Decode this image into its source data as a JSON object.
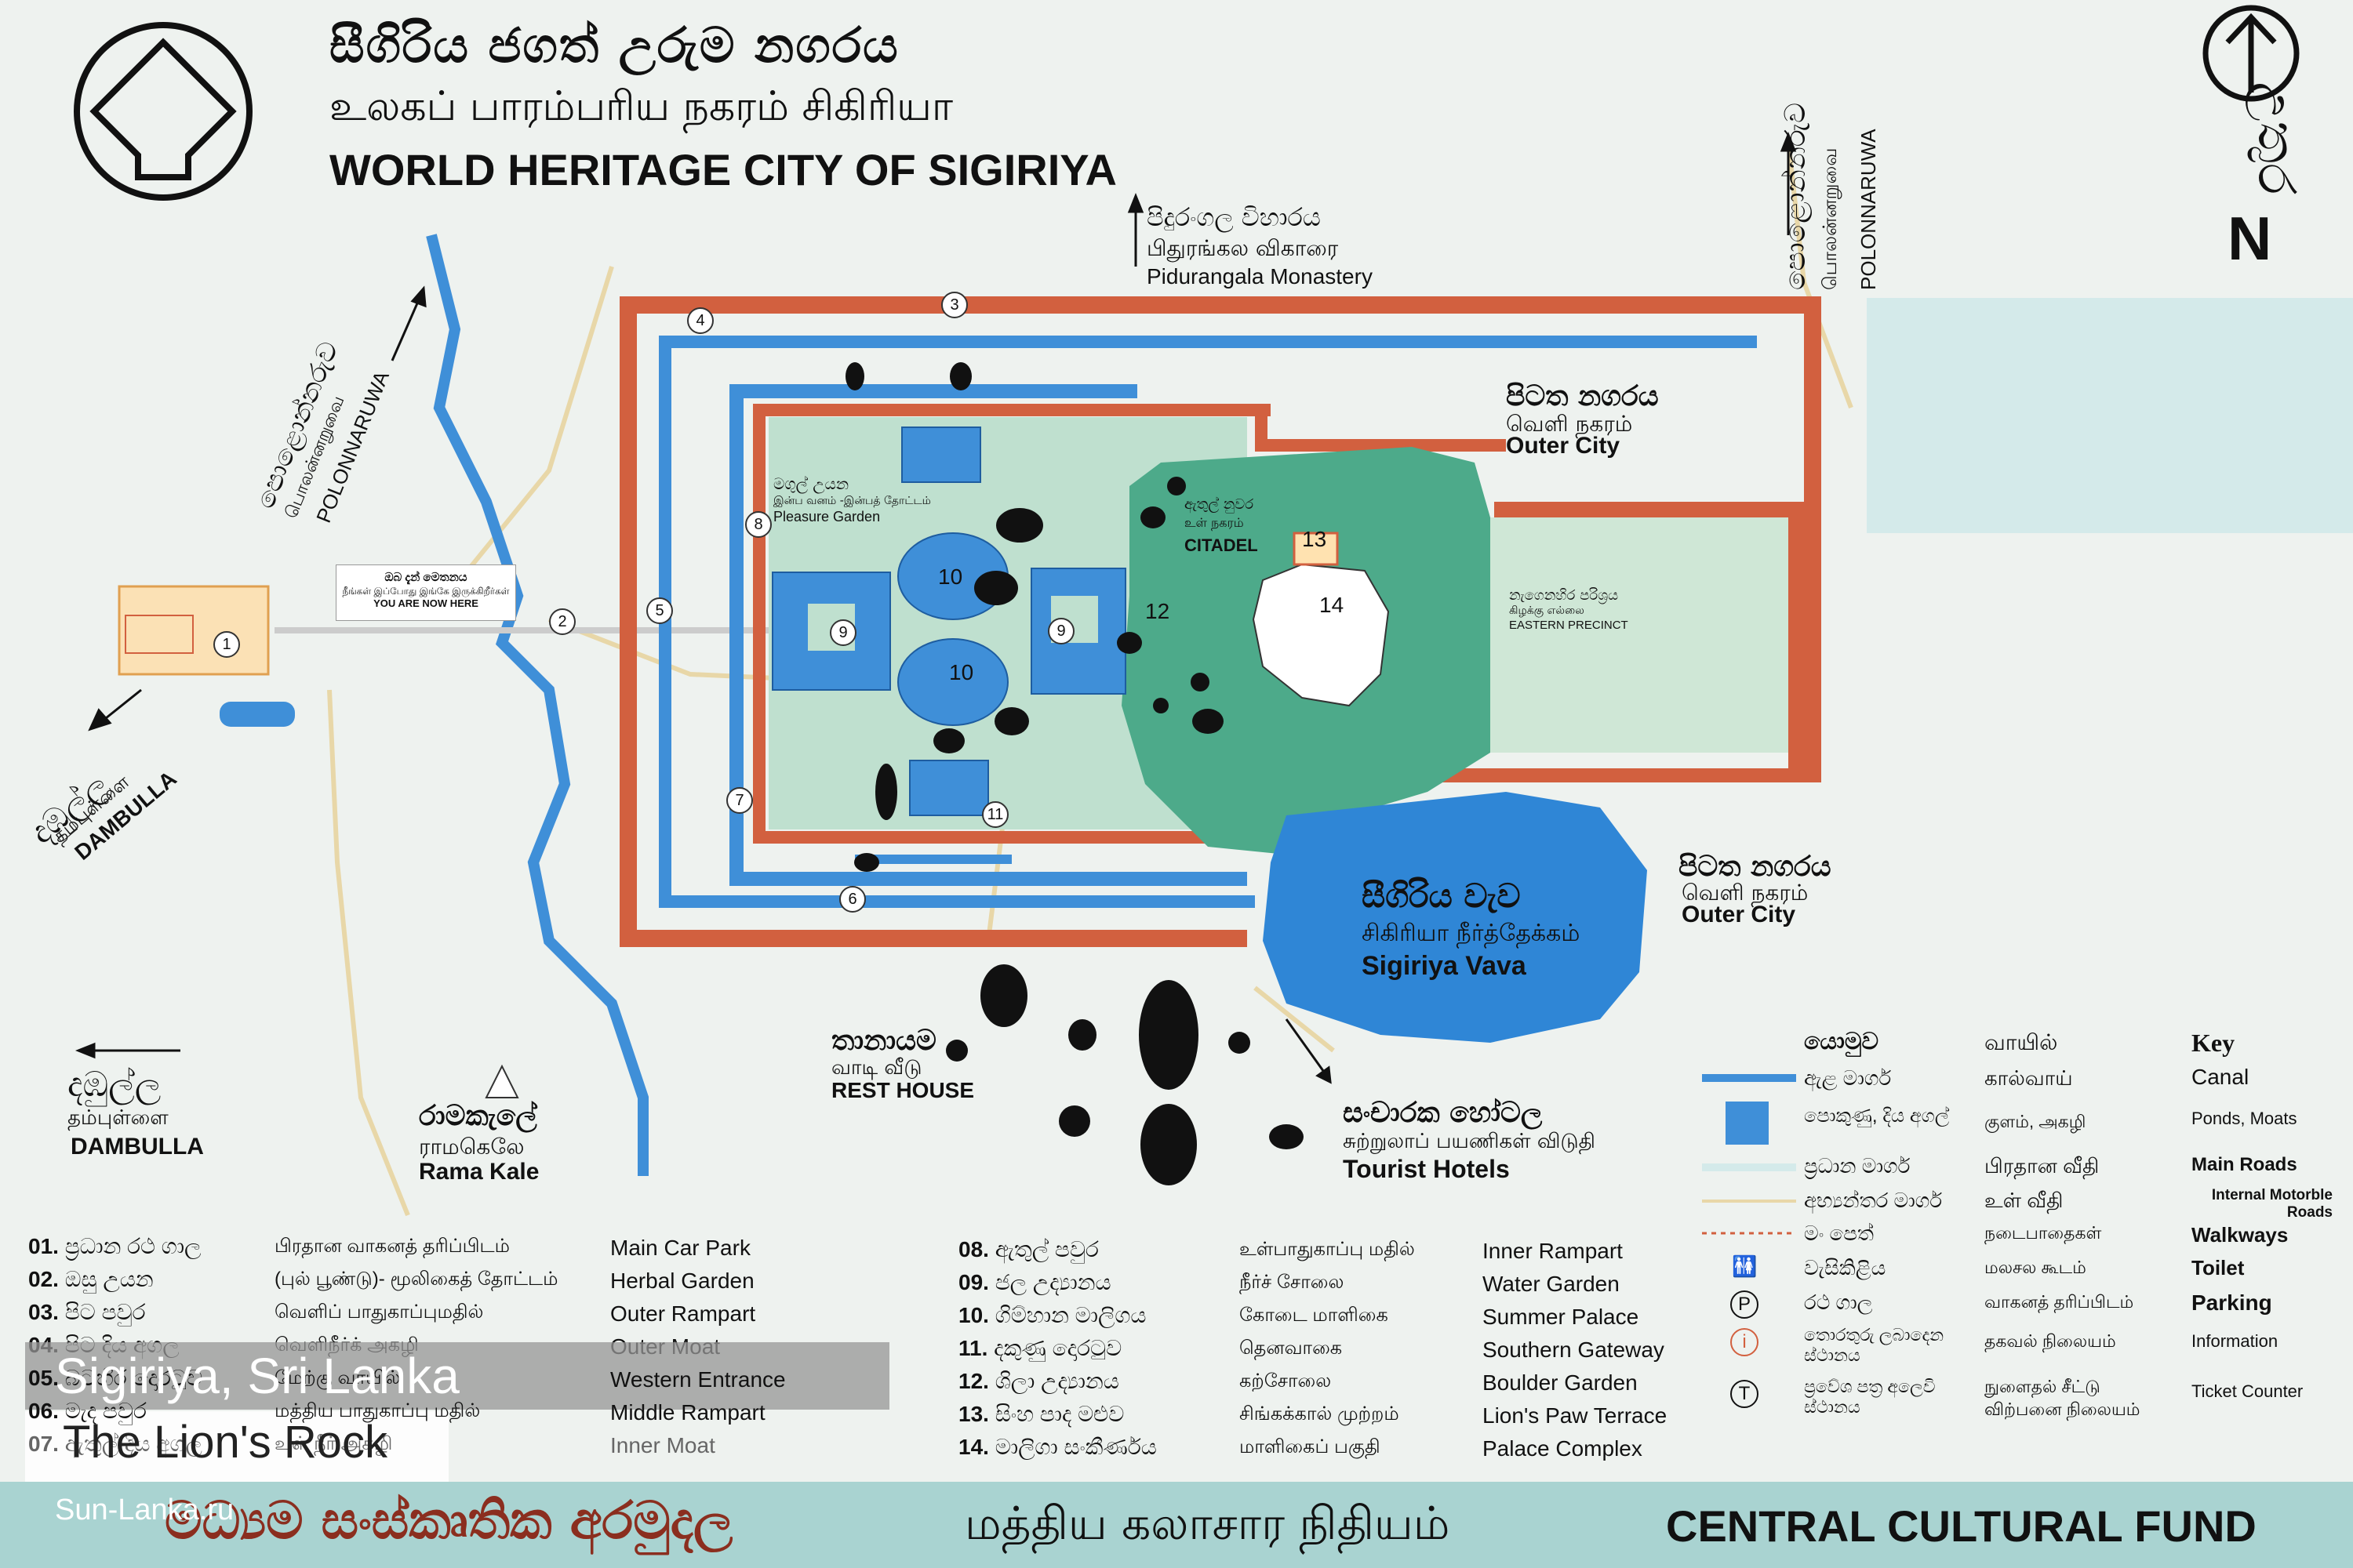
{
  "title": {
    "si": "සීගිරිය ජගත් උරුම නගරය",
    "ta": "உலகப் பாரம்பரிய நகரம் சிகிரியா",
    "en": "WORLD HERITAGE CITY OF SIGIRIYA"
  },
  "north": {
    "si": "උතුර",
    "letter": "N"
  },
  "places": {
    "pidurangala_si": "පිදුරංගල විහාරය",
    "pidurangala_ta": "பிதுரங்கல விகாரை",
    "pidurangala_en": "Pidurangala Monastery",
    "polonnaruwa_si": "පොළොන්නරුව",
    "polonnaruwa_ta": "பொலன்னறுவை",
    "polonnaruwa_en": "POLONNARUWA",
    "dambulla_si": "දඹුල්ල",
    "dambulla_ta": "தம்புள்ளை",
    "dambulla_en": "DAMBULLA",
    "outer_city_si": "පිටත නගරය",
    "outer_city_ta": "வெளி நகரம்",
    "outer_city_en": "Outer City",
    "pleasure_garden_si": "මගුල් උයන",
    "pleasure_garden_ta": "இன்ப வனம் -இன்பத் தோட்டம்",
    "pleasure_garden_en": "Pleasure Garden",
    "citadel_si": "ඇතුල් නුවර",
    "citadel_ta": "உள் நகரம்",
    "citadel_en": "CITADEL",
    "eastern_si": "නැගෙනහිර පරිශ්‍රය",
    "eastern_ta": "கிழக்கு எல்லை",
    "eastern_en": "EASTERN PRECINCT",
    "vava_si": "සීගිරිය වැව",
    "vava_ta": "சிகிரியா நீர்த்தேக்கம்",
    "vava_en": "Sigiriya Vava",
    "resthouse_si": "තානායම",
    "resthouse_ta": "வாடி வீடு",
    "resthouse_en": "REST HOUSE",
    "ramakale_si": "රාමකැලේ",
    "ramakale_ta": "ராமகெலே",
    "ramakale_en": "Rama Kale",
    "tourist_si": "සංචාරක හෝටල",
    "tourist_ta": "சுற்றுலாப் பயணிகள் விடுதி",
    "tourist_en": "Tourist Hotels",
    "you_here_si": "ඔබ දැන් මෙතනය",
    "you_here_ta": "நீங்கள் இப்போது இங்கே இருக்கிறீர்கள்",
    "you_here_en": "YOU ARE NOW HERE"
  },
  "map_numbers": [
    "1",
    "2",
    "3",
    "4",
    "5",
    "6",
    "7",
    "8",
    "9",
    "9",
    "10",
    "10",
    "11",
    "12",
    "13",
    "14"
  ],
  "legend": [
    {
      "n": "01.",
      "si": "ප්‍රධාන රථ ගාල",
      "ta": "பிரதான வாகனத் தரிப்பிடம்",
      "en": "Main Car Park"
    },
    {
      "n": "02.",
      "si": "ඔසු උයන",
      "ta": "(புல் பூண்டு)- மூலிகைத் தோட்டம்",
      "en": "Herbal Garden"
    },
    {
      "n": "03.",
      "si": "පිට පවුර",
      "ta": "வெளிப் பாதுகாப்புமதில்",
      "en": "Outer Rampart"
    },
    {
      "n": "04.",
      "si": "පිට දිය අගල",
      "ta": "வெளிநீர்க் அகழி",
      "en": "Outer Moat"
    },
    {
      "n": "05.",
      "si": "බටහිර දොරටුව",
      "ta": "மேற்கு வாயில்",
      "en": "Western Entrance"
    },
    {
      "n": "06.",
      "si": "මැද පවුර",
      "ta": "மத்திய பாதுகாப்பு மதில்",
      "en": "Middle Rampart"
    },
    {
      "n": "07.",
      "si": "ඇතුල් දිය අගල",
      "ta": "உள் நீர் அகழி",
      "en": "Inner Moat"
    },
    {
      "n": "08.",
      "si": "ඇතුල් පවුර",
      "ta": "உள்பாதுகாப்பு மதில்",
      "en": "Inner Rampart"
    },
    {
      "n": "09.",
      "si": "ජල උද්‍යානය",
      "ta": "நீர்ச் சோலை",
      "en": "Water Garden"
    },
    {
      "n": "10.",
      "si": "ගිම්හාන මාලිගය",
      "ta": "கோடை மாளிகை",
      "en": "Summer Palace"
    },
    {
      "n": "11.",
      "si": "දකුණු දොරටුව",
      "ta": "தெனவாகை",
      "en": "Southern Gateway"
    },
    {
      "n": "12.",
      "si": "ශිලා උද්‍යානය",
      "ta": "கற்சோலை",
      "en": "Boulder Garden"
    },
    {
      "n": "13.",
      "si": "සිංහ පාද මළුව",
      "ta": "சிங்கக்கால் முற்றம்",
      "en": "Lion's Paw Terrace"
    },
    {
      "n": "14.",
      "si": "මාලිගා සංකීර්ණය",
      "ta": "மாளிகைப் பகுதி",
      "en": "Palace Complex"
    }
  ],
  "key": {
    "header": {
      "si": "යොමුව",
      "ta": "வாயில்",
      "en": "Key"
    },
    "rows": [
      {
        "si": "ඇළ මාර්ග",
        "ta": "கால்வாய்",
        "en": "Canal"
      },
      {
        "si": "පොකුණු, දිය අගල්",
        "ta": "குளம், அகழி",
        "en": "Ponds, Moats"
      },
      {
        "si": "ප්‍රධාන මාර්ග",
        "ta": "பிரதான வீதி",
        "en": "Main Roads"
      },
      {
        "si": "අභ්‍යන්තර මාර්ග",
        "ta": "உள் வீதி",
        "en": "Internal Motorble Roads"
      },
      {
        "si": "මං පෙත්",
        "ta": "நடைபாதைகள்",
        "en": "Walkways"
      },
      {
        "si": "වැසිකිළිය",
        "ta": "மலசல கூடம்",
        "en": "Toilet"
      },
      {
        "si": "රථ ගාල",
        "ta": "வாகனத் தரிப்பிடம்",
        "en": "Parking"
      },
      {
        "si": "තොරතුරු ලබාදෙන ස්ථානය",
        "ta": "தகவல் நிலையம்",
        "en": "Information"
      },
      {
        "si": "ප්‍රවේශ පත්‍ර අලෙවි ස්ථානය",
        "ta": "நுளைதல் சீட்டு விற்பனை நிலையம்",
        "en": "Ticket Counter"
      }
    ]
  },
  "footer": {
    "si": "මධ්‍යම සංස්කෘතික අරමුදල",
    "ta": "மத்திய கலாசார நிதியம்",
    "en": "CENTRAL CULTURAL FUND"
  },
  "watermark": {
    "line1": "Sigiriya, Sri Lanka",
    "line2": "The Lion's Rock",
    "site": "Sun-Lanka.ru"
  },
  "colors": {
    "rampart": "#d2603f",
    "moat": "#3f8fd8",
    "garden": "#bfe0cf",
    "citadel": "#4daa8a",
    "vava": "#2f86d6",
    "road": "#e8d7a8",
    "footer": "#a9d3d1"
  },
  "icons": [
    "unesco-heritage-icon",
    "north-arrow-icon",
    "toilet-icon",
    "parking-icon",
    "information-icon",
    "ticket-icon",
    "stupa-icon"
  ]
}
